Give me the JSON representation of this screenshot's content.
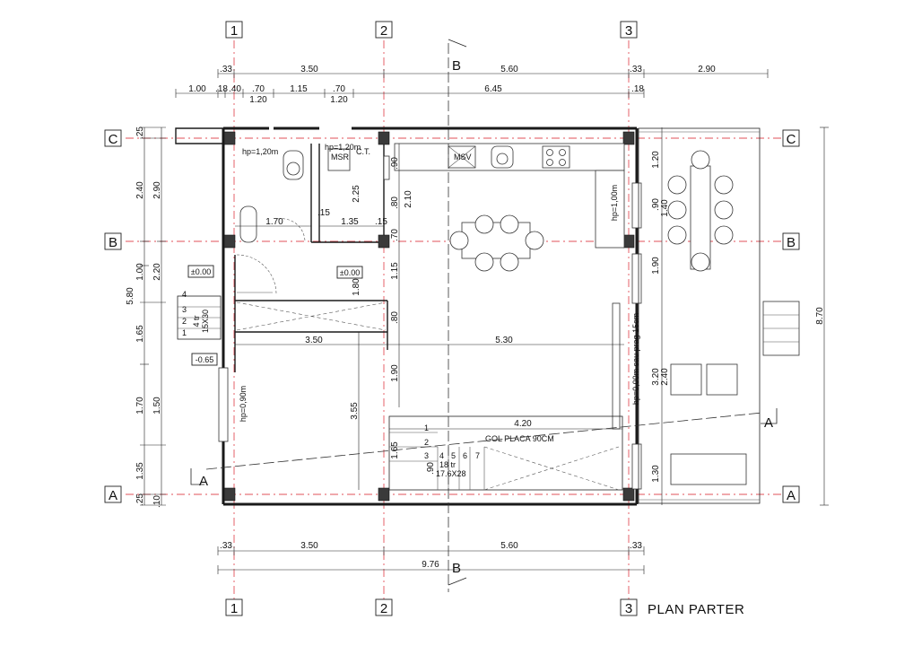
{
  "plan": {
    "title": "PLAN PARTER",
    "axes_vertical": [
      "1",
      "2",
      "3"
    ],
    "axes_horizontal": [
      "C",
      "B",
      "A"
    ],
    "section_marks": {
      "vertical": "B",
      "horizontal": "A"
    },
    "dims_top_row1": [
      ".33",
      "3.50",
      "5.60",
      ".33",
      "2.90"
    ],
    "dims_top_row2": [
      "1.00",
      ".18",
      ".40",
      ".70",
      "1.15",
      ".70",
      "6.45",
      ".18"
    ],
    "dims_top_row3": [
      "1.20",
      "1.20"
    ],
    "dims_bottom_row1": [
      ".33",
      "3.50",
      "5.60",
      ".33"
    ],
    "dims_bottom_total": "9.76",
    "dims_left_outer": [
      ".25",
      "2.40",
      "1.00",
      "1.65",
      "5.80",
      "1.70",
      "1.35",
      ".25"
    ],
    "dims_left_inner": [
      "2.90",
      "2.20",
      "1.50",
      ".10"
    ],
    "dims_right_outer": "8.70",
    "dims_right_inner": [
      "1.20",
      "1.40",
      "1.90",
      "3.20",
      "1.30",
      ".90",
      "2.40"
    ],
    "interior_dims": [
      ".90",
      ".80",
      "2.10",
      "2.25",
      ".15",
      "1.70",
      "1.35",
      ".15",
      ".70",
      "1.15",
      "1.80",
      ".80",
      "3.50",
      "5.30",
      "1.90",
      "3.55",
      "4.20",
      "1.65",
      ".90"
    ],
    "notes": {
      "hp_120_left": "hp=1,20m",
      "hp_120_bath": "hp=1,20m",
      "msr": "MSR",
      "ct": "C.T.",
      "msv": "MSV",
      "stars": "***",
      "hp_100": "hp=1,00m",
      "hp_090": "hp=0,90m",
      "hp_000": "hp=0,00m sau prag 15cm",
      "gol_placa": "GOL PLACA 90CM",
      "level_000_a": "±0.00",
      "level_000_b": "±0.00",
      "level_065": "-0.65",
      "stair_small_steps": [
        "4",
        "3",
        "2",
        "1"
      ],
      "stair_small_info_a": "4 tr",
      "stair_small_info_b": "15X30",
      "stair_main_steps_left": [
        "1",
        "2",
        "3"
      ],
      "stair_main_steps_bottom": [
        "4",
        "5",
        "6",
        "7"
      ],
      "stair_main_info_a": "18 tr",
      "stair_main_info_b": "17.6X28"
    }
  }
}
